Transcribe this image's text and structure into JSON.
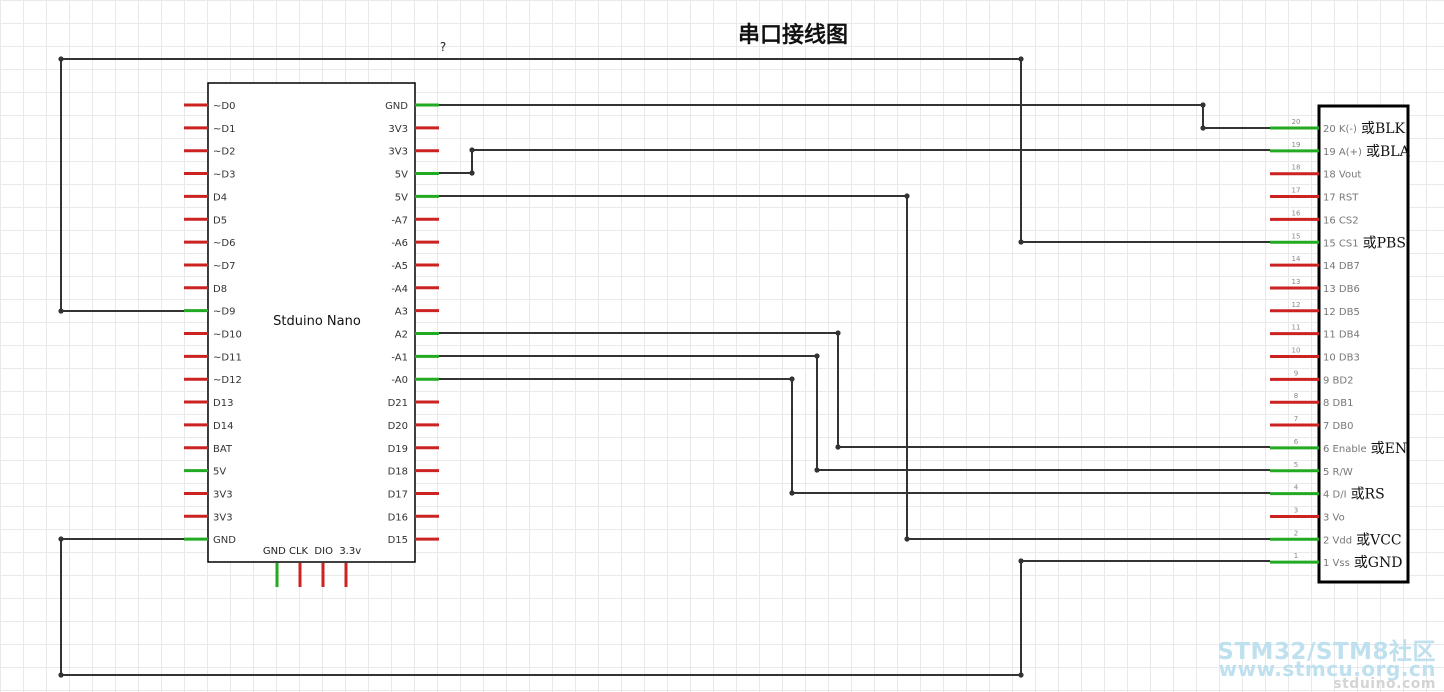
{
  "title": "串口接线图",
  "question_mark": "?",
  "nano": {
    "name": "Stduino Nano",
    "left_pins": [
      "~D0",
      "~D1",
      "~D2",
      "~D3",
      "D4",
      "D5",
      "~D6",
      "~D7",
      "D8",
      "~D9",
      "~D10",
      "~D11",
      "~D12",
      "D13",
      "D14",
      "BAT",
      "5V",
      "3V3",
      "3V3",
      "GND"
    ],
    "right_pins": [
      "GND",
      "3V3",
      "3V3",
      "5V",
      "5V",
      "-A7",
      "-A6",
      "-A5",
      "-A4",
      "A3",
      "A2",
      "-A1",
      "-A0",
      "D21",
      "D20",
      "D19",
      "D18",
      "D17",
      "D16",
      "D15"
    ],
    "bottom_pins": [
      "GND",
      "CLK",
      "DIO",
      "3.3v"
    ],
    "bottom_label": "GND CLK  DIO  3.3v"
  },
  "lcd": {
    "pins": [
      {
        "num": "20",
        "label": "20 K(-)",
        "alt": "或BLK"
      },
      {
        "num": "19",
        "label": "19 A(+)",
        "alt": "或BLA"
      },
      {
        "num": "18",
        "label": "18 Vout",
        "alt": ""
      },
      {
        "num": "17",
        "label": "17 RST",
        "alt": ""
      },
      {
        "num": "16",
        "label": "16 CS2",
        "alt": ""
      },
      {
        "num": "15",
        "label": "15 CS1",
        "alt": "或PBS"
      },
      {
        "num": "14",
        "label": "14 DB7",
        "alt": ""
      },
      {
        "num": "13",
        "label": "13 DB6",
        "alt": ""
      },
      {
        "num": "12",
        "label": "12 DB5",
        "alt": ""
      },
      {
        "num": "11",
        "label": "11 DB4",
        "alt": ""
      },
      {
        "num": "10",
        "label": "10 DB3",
        "alt": ""
      },
      {
        "num": "9",
        "label": "9 BD2",
        "alt": ""
      },
      {
        "num": "8",
        "label": "8 DB1",
        "alt": ""
      },
      {
        "num": "7",
        "label": "7 DB0",
        "alt": ""
      },
      {
        "num": "6",
        "label": "6 Enable",
        "alt": "或EN"
      },
      {
        "num": "5",
        "label": "5 R/W",
        "alt": ""
      },
      {
        "num": "4",
        "label": "4 D/I",
        "alt": "或RS"
      },
      {
        "num": "3",
        "label": "3 Vo",
        "alt": ""
      },
      {
        "num": "2",
        "label": "2 Vdd",
        "alt": "或VCC"
      },
      {
        "num": "1",
        "label": "1 Vss",
        "alt": "或GND"
      }
    ]
  },
  "watermark": {
    "line1": "STM32/STM8社区",
    "line2": "www.stmcu.org.cn",
    "line3": "stduino.com"
  },
  "colors": {
    "pin_unconnected": "#cc2222",
    "pin_connected": "#22aa22",
    "wire": "#333333",
    "body_border": "#000000"
  }
}
